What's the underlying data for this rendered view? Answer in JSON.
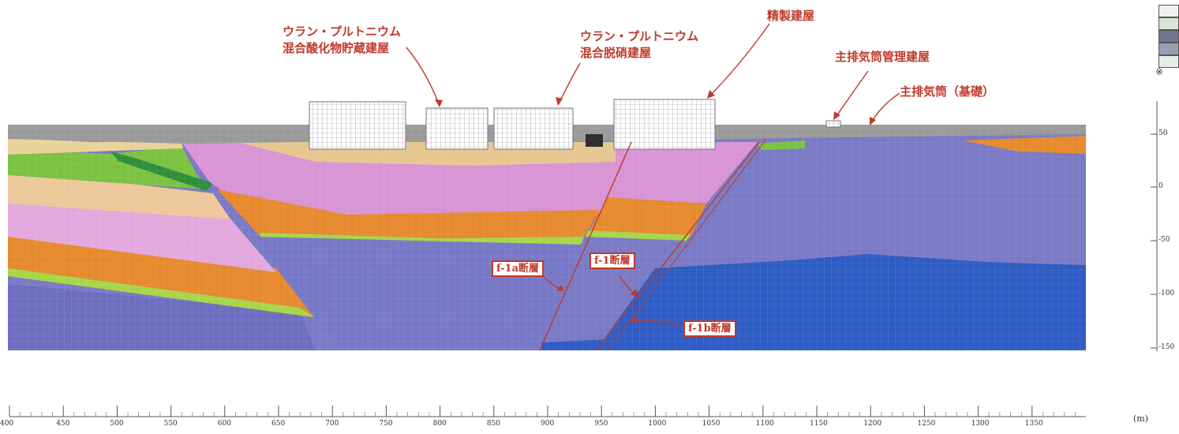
{
  "figure": {
    "buildings": [
      {
        "id": "mox-storage",
        "label_line1": "ウラン・プルトニウム",
        "label_line2": "混合酸化物貯蔵建屋"
      },
      {
        "id": "mox-denitration",
        "label_line1": "ウラン・プルトニウム",
        "label_line2": "混合脱硝建屋"
      },
      {
        "id": "purification",
        "label_line1": "精製建屋"
      },
      {
        "id": "stack-management",
        "label_line1": "主排気筒管理建屋"
      },
      {
        "id": "main-stack",
        "label_line1": "主排気筒（基礎）"
      }
    ],
    "faults": [
      {
        "id": "f-1a",
        "label": "f-1a断層"
      },
      {
        "id": "f-1",
        "label": "f-1断層"
      },
      {
        "id": "f-1b",
        "label": "f-1b断層"
      }
    ],
    "x_axis": {
      "ticks": [
        "400",
        "450",
        "500",
        "550",
        "600",
        "650",
        "700",
        "750",
        "800",
        "850",
        "900",
        "950",
        "1000",
        "1050",
        "1100",
        "1150",
        "1200",
        "1250",
        "1300",
        "1350"
      ],
      "unit": "(m)"
    },
    "y_axis": {
      "ticks": [
        "50",
        "0",
        "-50",
        "-100",
        "-150"
      ]
    },
    "legend_note": "※",
    "colors": {
      "callout": "#c0392b",
      "pink_layer": "#d894d4",
      "orange_layer": "#e68a2e",
      "tan_layer": "#e8c58f",
      "green_layer": "#7cc242",
      "blue_layer": "#7575c4",
      "deep_blue_layer": "#2e5cc4",
      "surface": "#9a9a9a"
    }
  }
}
